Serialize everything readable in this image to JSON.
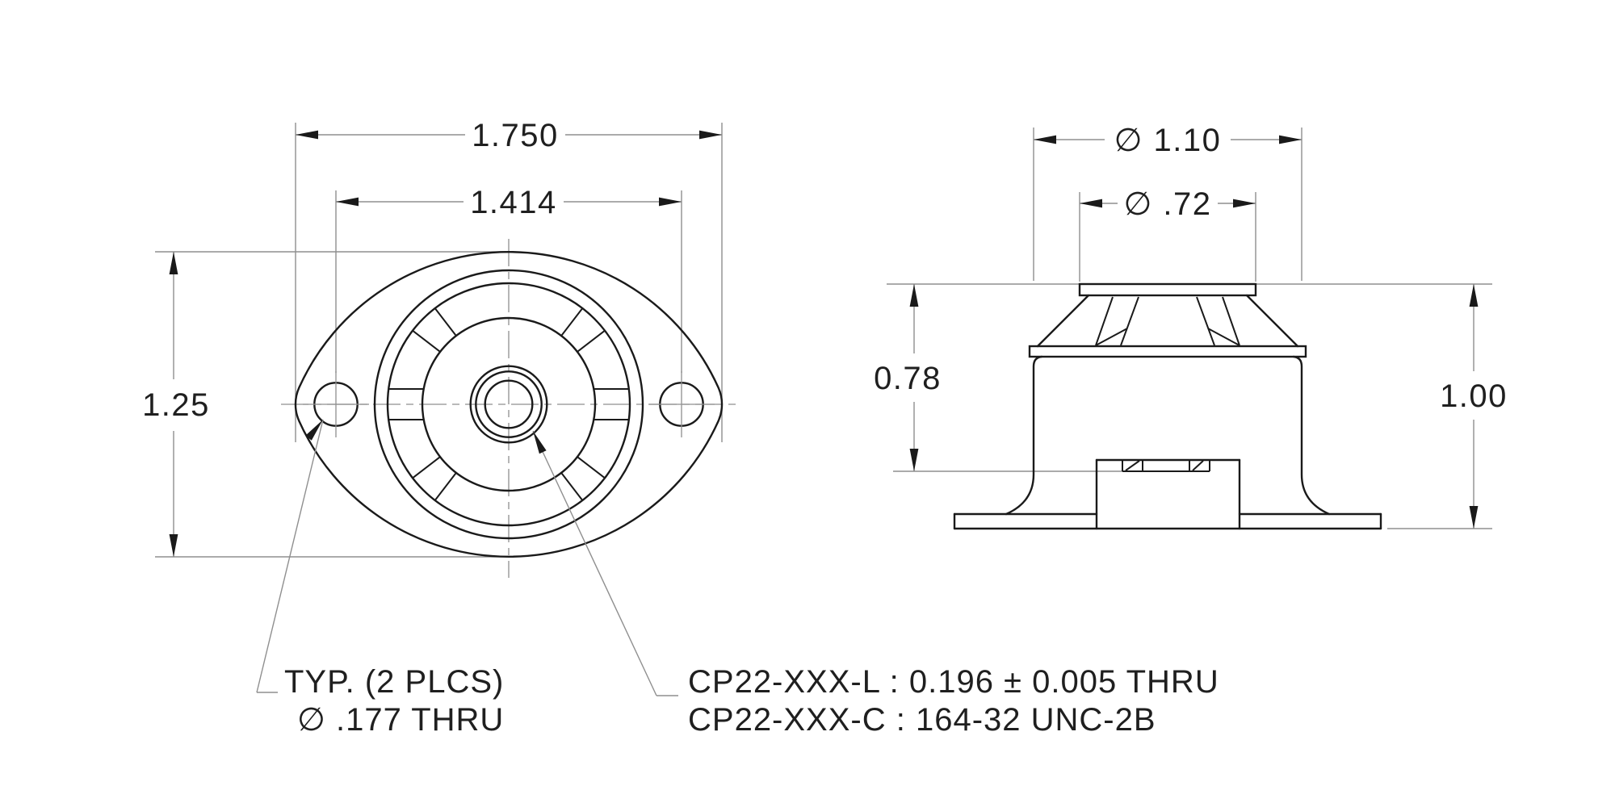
{
  "front_view": {
    "dims": {
      "overall_width": "1.750",
      "hole_spacing": "1.414",
      "overall_height": "1.25"
    },
    "hole_note": {
      "line1": "TYP. (2 PLCS)",
      "line2": "∅ .177 THRU"
    },
    "center_note": {
      "line1": "CP22-XXX-L : 0.196 ± 0.005 THRU",
      "line2": "CP22-XXX-C : 164-32 UNC-2B"
    }
  },
  "side_view": {
    "dims": {
      "flange_od": "∅ 1.10",
      "cap_od": "∅ .72",
      "body_height": "0.78",
      "overall_height": "1.00"
    }
  },
  "colors": {
    "outline": "#1a1a1a",
    "dimension": "#8f8f8f",
    "background": "#ffffff"
  }
}
